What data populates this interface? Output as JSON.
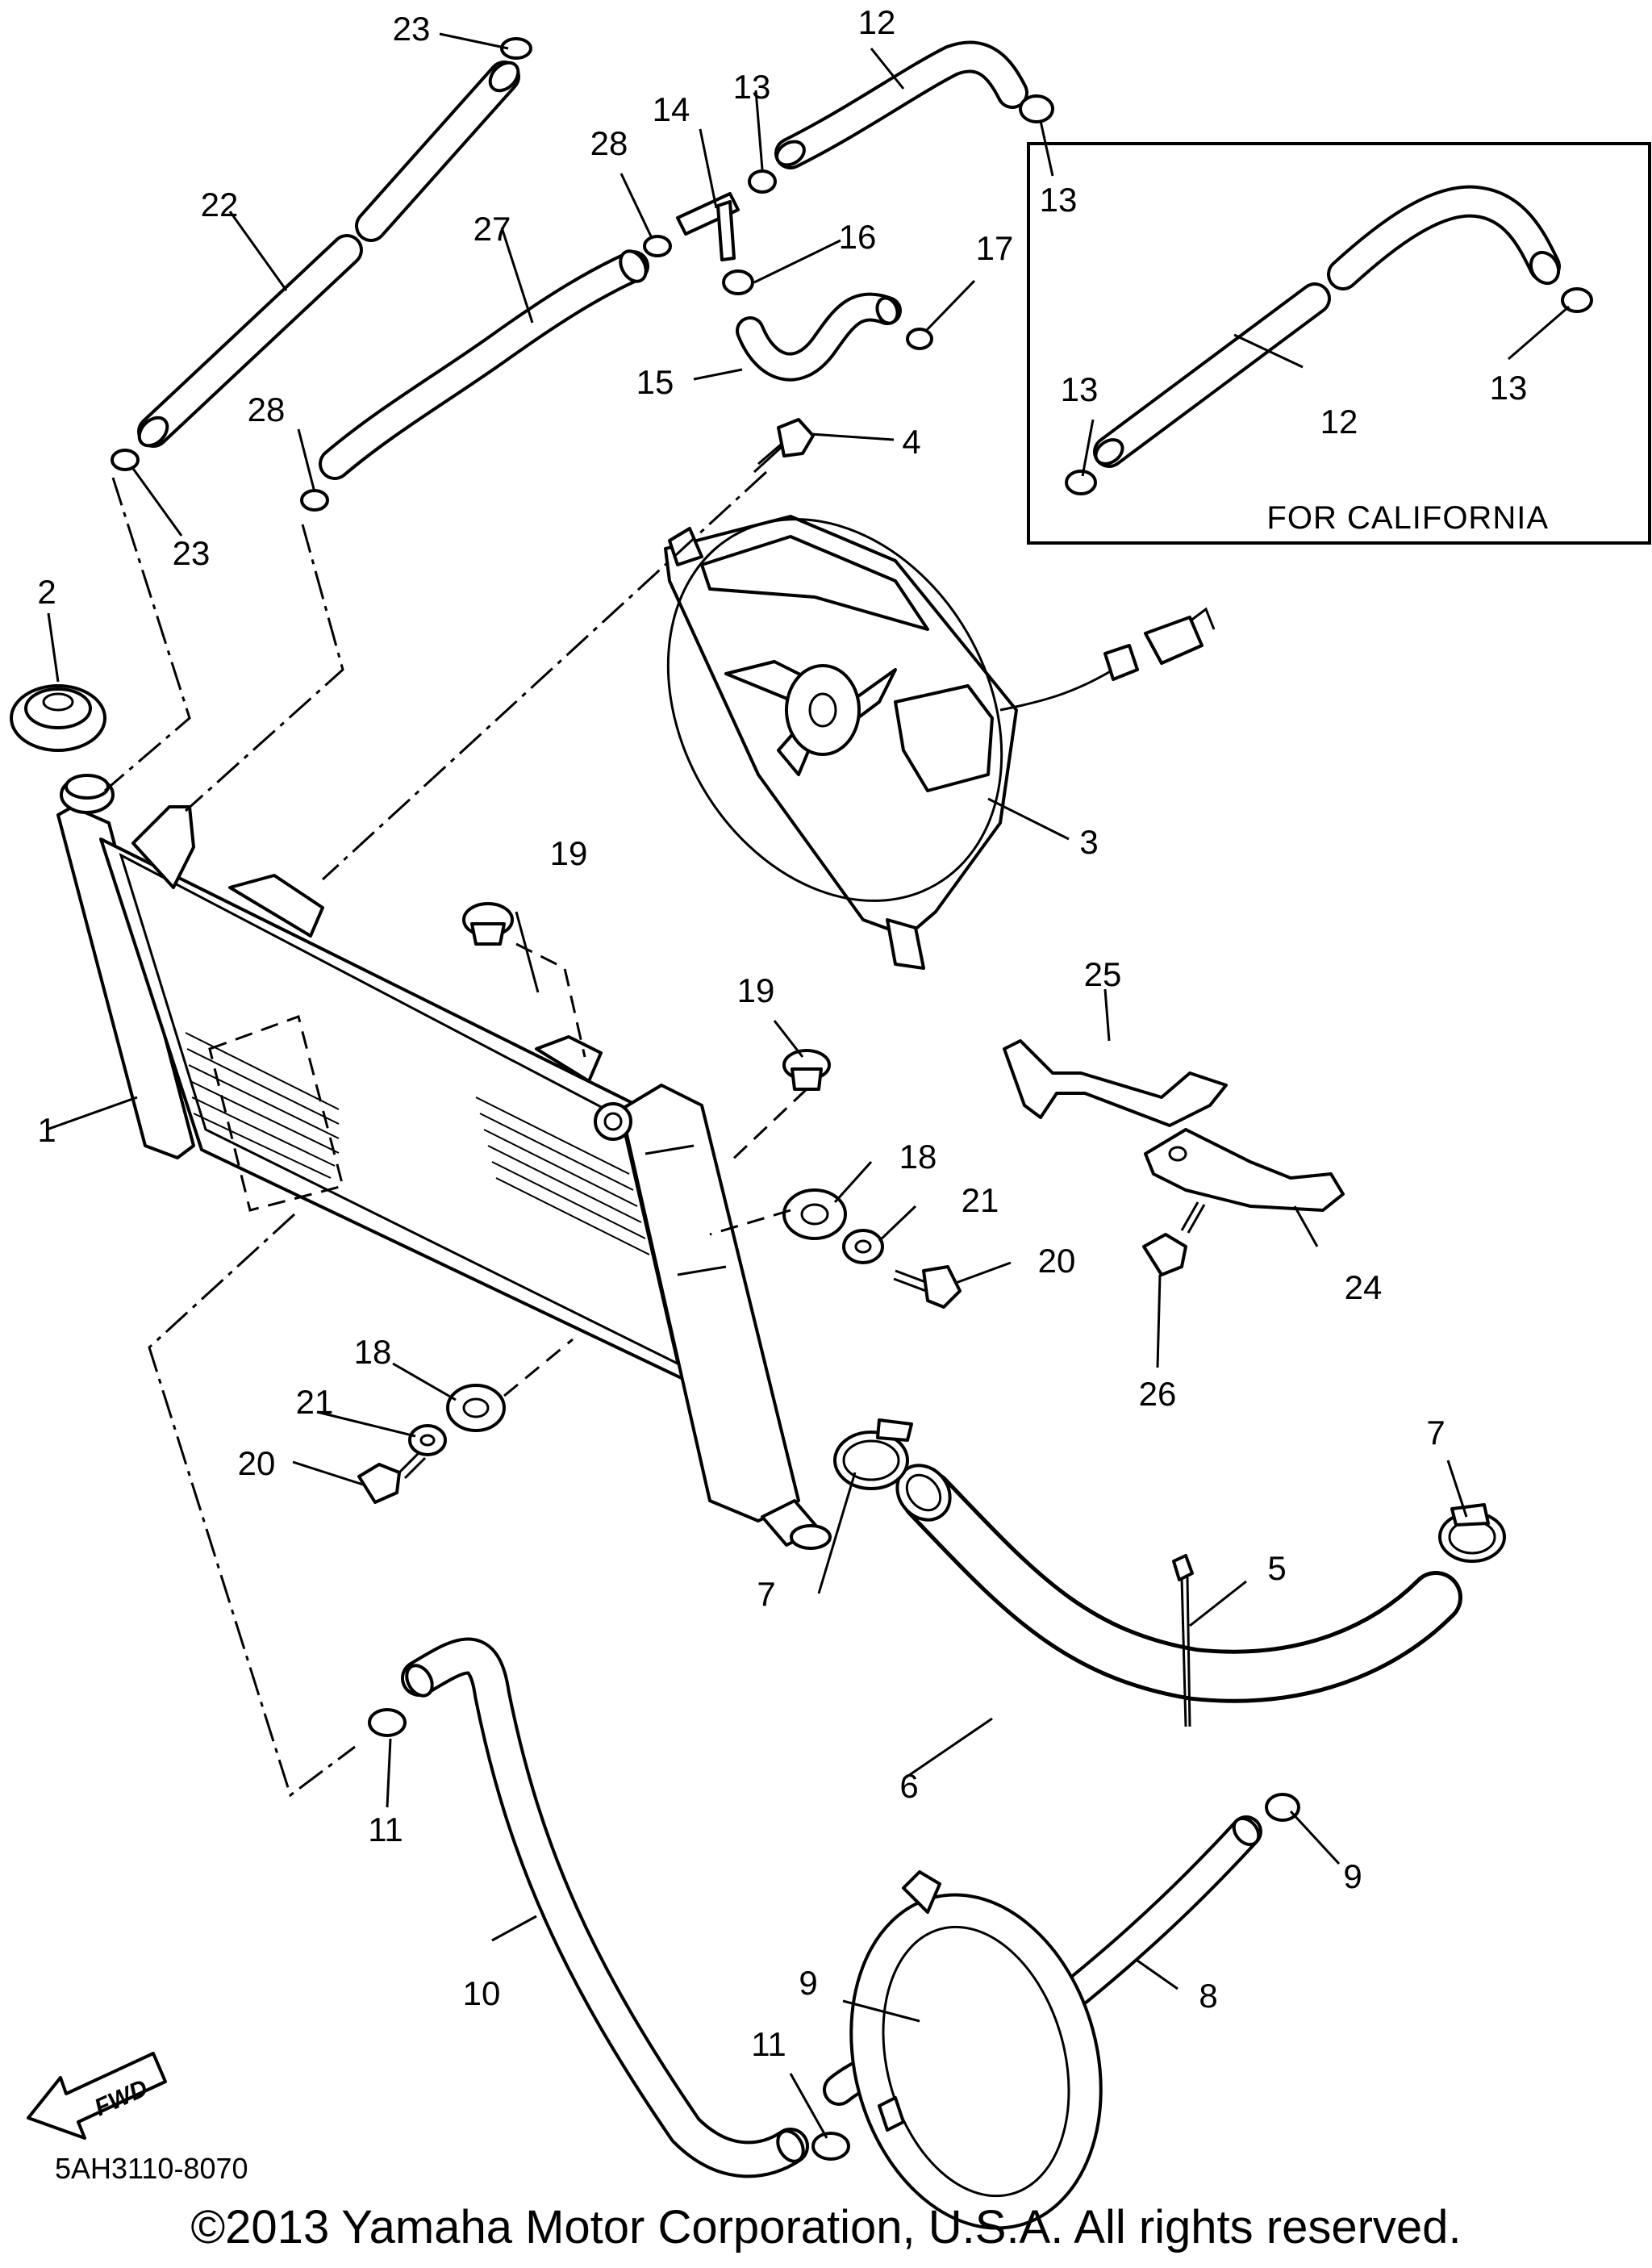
{
  "drawing_code": "5AH3110-8070",
  "copyright": "©2013 Yamaha Motor Corporation, U.S.A. All rights reserved.",
  "fwd_label": "FWD",
  "variant_box": {
    "caption": "FOR CALIFORNIA",
    "callouts": [
      "13",
      "12",
      "13"
    ]
  },
  "callouts": {
    "c1": "1",
    "c2": "2",
    "c3": "3",
    "c4": "4",
    "c5": "5",
    "c6": "6",
    "c7a": "7",
    "c7b": "7",
    "c8": "8",
    "c9a": "9",
    "c9b": "9",
    "c10": "10",
    "c11a": "11",
    "c11b": "11",
    "c12": "12",
    "c13a": "13",
    "c13b": "13",
    "c14": "14",
    "c15": "15",
    "c16": "16",
    "c17": "17",
    "c18a": "18",
    "c18b": "18",
    "c19a": "19",
    "c19b": "19",
    "c20a": "20",
    "c20b": "20",
    "c21a": "21",
    "c21b": "21",
    "c22": "22",
    "c23a": "23",
    "c23b": "23",
    "c24": "24",
    "c25": "25",
    "c26": "26",
    "c27": "27",
    "c28a": "28",
    "c28b": "28"
  }
}
